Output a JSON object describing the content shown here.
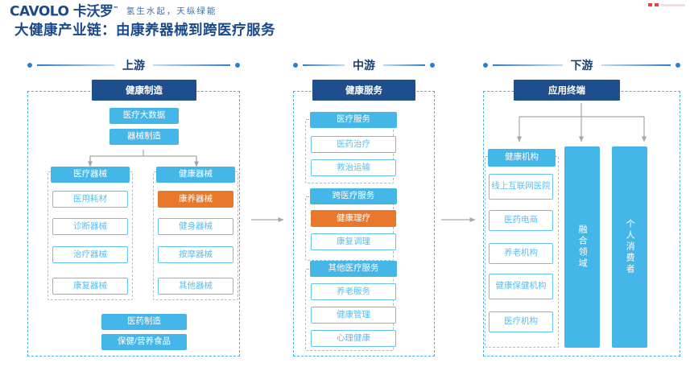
{
  "brand": {
    "logo_text": "CAVOLO 卡沃罗",
    "trademark": "™",
    "tagline": "氢生水起，天纵绿能"
  },
  "page_title": "大健康产业链：由康养器械到跨医疗服务",
  "colors": {
    "navy": "#1f4e8c",
    "blue": "#45b6e8",
    "orange": "#e8782c",
    "dashed_blue": "#4aaee8",
    "dashed_gray": "#b9b9b9"
  },
  "stages": [
    {
      "label": "上游"
    },
    {
      "label": "中游"
    },
    {
      "label": "下游"
    }
  ],
  "upstream": {
    "header": "健康制造",
    "top_items": [
      "医疗大数据",
      "器械制造"
    ],
    "groups": [
      {
        "title": "医疗器械",
        "items": [
          "医用耗材",
          "诊断器械",
          "治疗器械",
          "康复器械"
        ]
      },
      {
        "title": "健康器械",
        "highlight": "康养器械",
        "items": [
          "健身器械",
          "按摩器械",
          "其他器械"
        ]
      }
    ],
    "bottom_items": [
      "医药制造",
      "保健/营养食品"
    ]
  },
  "midstream": {
    "header": "健康服务",
    "groups": [
      {
        "title": "医疗服务",
        "items": [
          "医药治疗",
          "救治运输"
        ]
      },
      {
        "title": "跨医疗服务",
        "highlight": "健康理疗",
        "items": [
          "康复调理"
        ]
      },
      {
        "title": "其他医疗服务",
        "items": [
          "养老服务",
          "健康管理",
          "心理健康"
        ]
      }
    ]
  },
  "downstream": {
    "header": "应用终端",
    "group": {
      "title": "健康机构",
      "items": [
        "线上互联网医院",
        "医药电商",
        "养老机构",
        "健康保健机构",
        "医疗机构"
      ]
    },
    "pillars": [
      "融合领域",
      "个人消费者"
    ]
  }
}
